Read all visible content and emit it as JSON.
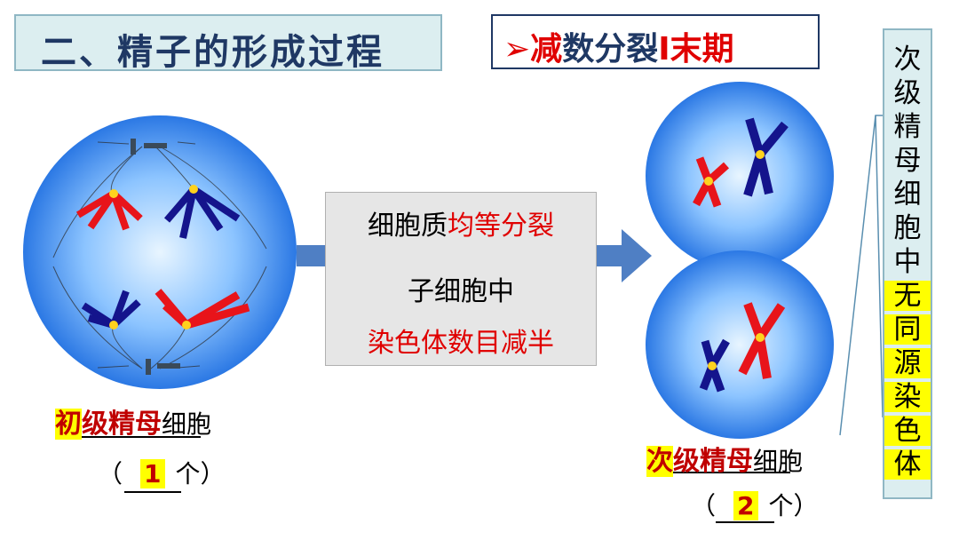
{
  "title": "二、精子的形成过程",
  "phase": {
    "bullet": "➢",
    "title_red": "减",
    "title_navy": "数分裂",
    "title_red2": "I末期"
  },
  "process": {
    "line1_prefix": "细胞质",
    "line1_highlight": "均等分裂",
    "line2": "子细胞中",
    "line3": "染色体数目减半"
  },
  "left_cell": {
    "label_highlight": "初",
    "label_rest": "级精母",
    "label_suffix": "细胞",
    "count_open": "（",
    "count": "1",
    "count_close": "个）"
  },
  "right_cell": {
    "label_highlight": "次",
    "label_rest": "级精母",
    "label_suffix": "细胞",
    "count_open": "（",
    "count": "2",
    "count_close": "个）"
  },
  "side_note": [
    "次",
    "级",
    "精",
    "母",
    "细",
    "胞",
    "中",
    "无",
    "同",
    "源",
    "染",
    "色",
    "体"
  ],
  "colors": {
    "red_chromosome": "#e8141a",
    "blue_chromosome": "#14148c",
    "centromere": "#ffd21e",
    "arrow": "#4f7fc4"
  }
}
